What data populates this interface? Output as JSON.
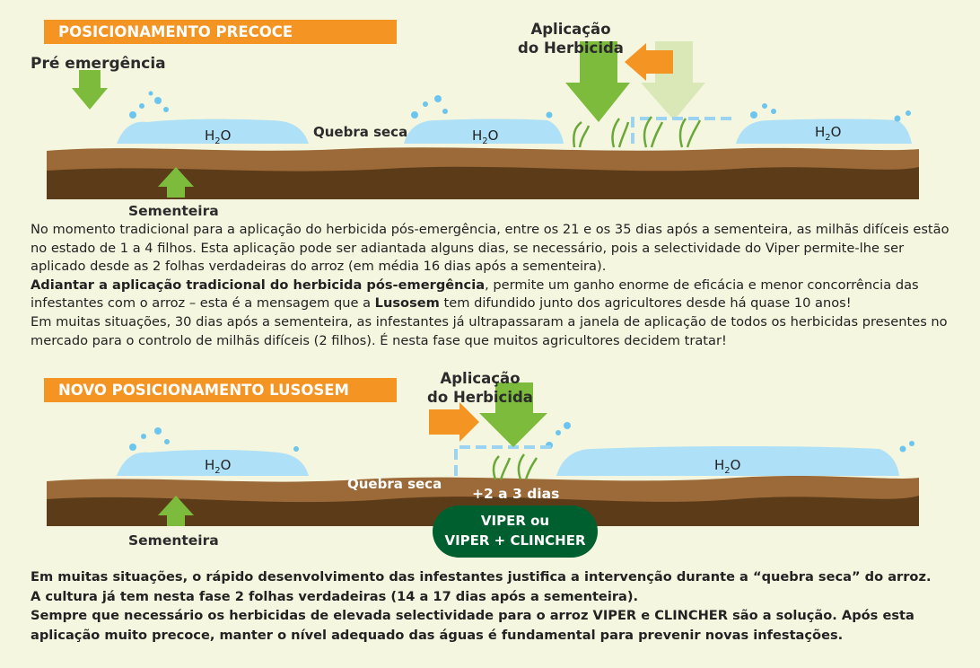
{
  "section1": {
    "banner": "POSICIONAMENTO PRECOCE",
    "pre_emergence": "Pré emergência",
    "application_line1": "Aplicação",
    "application_line2": "do Herbicida",
    "dry_break": "Quebra seca",
    "water_label": "H",
    "water_sub": "2",
    "water_o": "O",
    "seedbed": "Sementeira"
  },
  "paragraph1": {
    "p1": "No momento tradicional para a aplicação do herbicida pós-emergência, entre os 21 e os 35 dias após a sementeira, as milhãs difíceis estão no estado de 1 a 4 filhos. Esta aplicação pode ser adiantada alguns dias, se necessário, pois a selectividade do Viper permite-lhe ser aplicado desde as 2 folhas verdadeiras do arroz (em média 16 dias após a sementeira).",
    "p2_bold": "Adiantar a aplicação tradicional do herbicida pós-emergência",
    "p2_a": ", permite um ganho enorme de eficácia e menor concorrência das infestantes com o arroz – esta é a mensagem que a ",
    "p2_bold2": "Lusosem",
    "p2_b": " tem difundido junto dos agricultores desde há quase 10 anos!",
    "p3": "Em muitas situações, 30 dias após a sementeira, as infestantes já ultrapassaram a janela de aplicação de todos os herbicidas presentes no mercado para o controlo de milhãs difíceis (2 filhos). É nesta fase que muitos agricultores decidem tratar!"
  },
  "section2": {
    "banner": "NOVO POSICIONAMENTO LUSOSEM",
    "application_line1": "Aplicação",
    "application_line2": "do Herbicida",
    "dry_break": "Quebra seca",
    "days": "+2 a 3 dias",
    "seedbed": "Sementeira",
    "pill_line1": "VIPER ou",
    "pill_line2": "VIPER + CLINCHER"
  },
  "paragraph2": {
    "l1": "Em muitas situações, o rápido desenvolvimento das infestantes justifica a intervenção durante a “quebra seca” do arroz.",
    "l2": "A cultura já tem nesta fase 2 folhas verdadeiras (14 a 17 dias após a sementeira).",
    "l3": "Sempre que necessário os herbicidas de elevada selectividade para o arroz VIPER e CLINCHER são a solução. Após esta aplicação muito precoce, manter o nível adequado das águas é fundamental para prevenir novas infestações."
  },
  "colors": {
    "banner": "#f39423",
    "arrow_green": "#7dbb3c",
    "arrow_green_light": "#d9e8b6",
    "water": "#aee0f7",
    "soil_light": "#9b6a38",
    "soil_dark": "#5c3b18",
    "pill": "#005f2e",
    "background": "#f4f6df"
  }
}
